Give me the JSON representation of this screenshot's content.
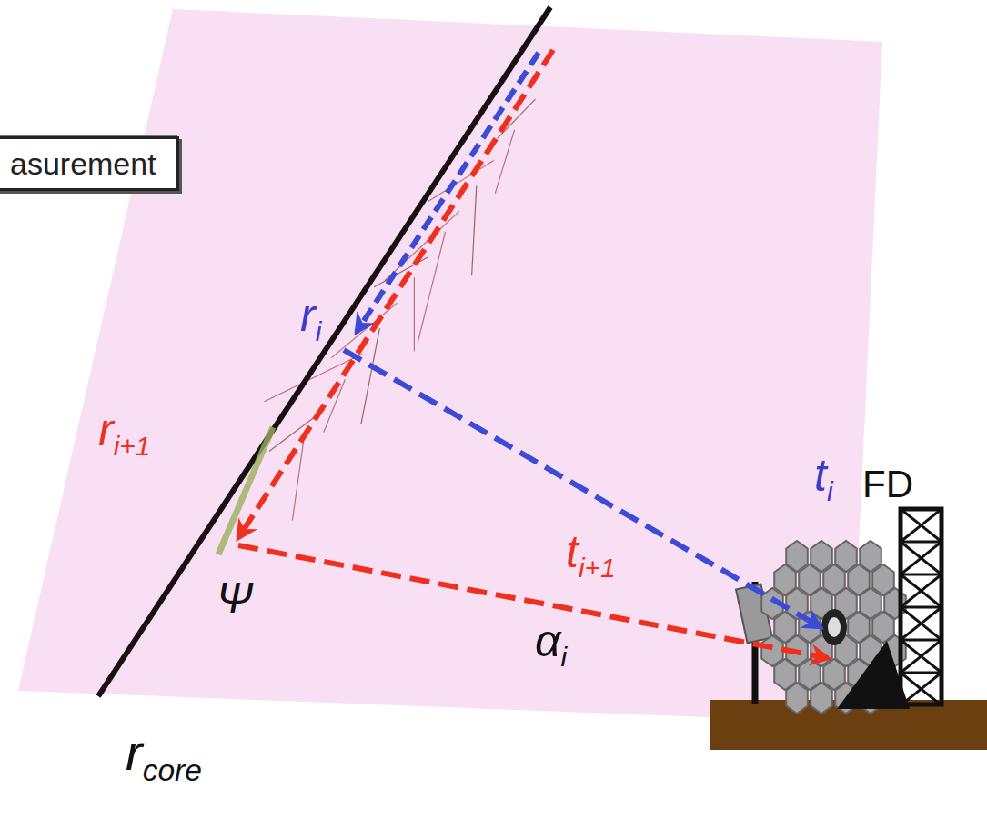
{
  "diagram": {
    "nodes": [
      {
        "text": [
          "asurement"
        ]
      }
    ],
    "labels": [
      "ri",
      "ri+1",
      "ti",
      "FD",
      "ti+1",
      "Ψ",
      "αi",
      "rcore"
    ]
  }
}
